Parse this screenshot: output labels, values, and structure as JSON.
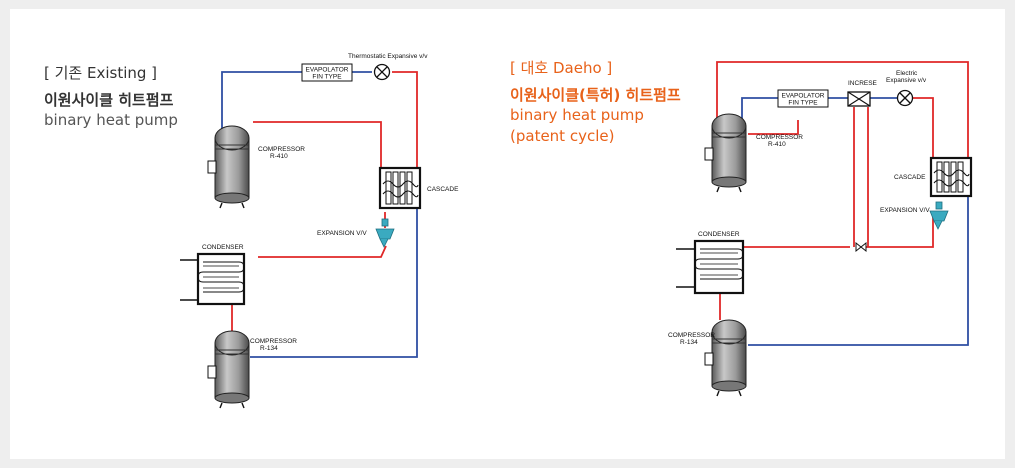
{
  "existing": {
    "bracket_label": "[ 기존 Existing ]",
    "title_ko": "이원사이클 히트펌프",
    "title_en": "binary heat pump",
    "labels": {
      "thermostatic_valve": "Thermostatic Expansive v/v",
      "evaporator_line1": "EVAPOLATOR",
      "evaporator_line2": "FIN TYPE",
      "compressor_top_line1": "COMPRESSOR",
      "compressor_top_line2": "R-410",
      "cascade": "CASCADE",
      "expansion_valve": "EXPANSION V/V",
      "condenser": "CONDENSER",
      "compressor_bottom_line1": "COMPRESSOR",
      "compressor_bottom_line2": "R-134"
    }
  },
  "daeho": {
    "bracket_label": "[ 대호 Daeho ]",
    "title_ko": "이원사이클(특허) 히트펌프",
    "title_en_line1": "binary heat pump",
    "title_en_line2": "(patent cycle)",
    "labels": {
      "evaporator_line1": "EVAPOLATOR",
      "evaporator_line2": "FIN TYPE",
      "increse": "INCRESE",
      "electric_valve_line1": "Electric",
      "electric_valve_line2": "Expansive v/v",
      "compressor_top_line1": "COMPRESSOR",
      "compressor_top_line2": "R-410",
      "cascade": "CASCADE",
      "expansion_valve": "EXPANSION V/V",
      "condenser": "CONDENSER",
      "compressor_bottom_line1": "COMPRESSOR",
      "compressor_bottom_line2": "R-134"
    }
  },
  "colors": {
    "hot_line": "#e02828",
    "cold_line": "#2f4fa3",
    "accent_orange": "#e8621a",
    "valve_teal": "#3aaac0",
    "compressor_gray": "#8f8f8f"
  }
}
